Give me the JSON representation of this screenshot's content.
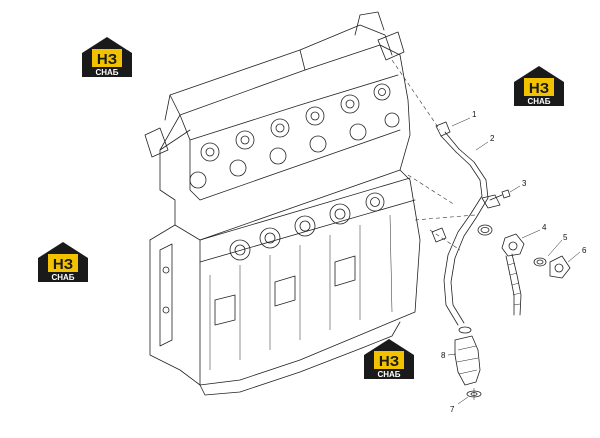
{
  "diagram": {
    "callouts": [
      {
        "id": "1",
        "label": "1"
      },
      {
        "id": "2",
        "label": "2"
      },
      {
        "id": "3",
        "label": "3"
      },
      {
        "id": "4",
        "label": "4"
      },
      {
        "id": "5",
        "label": "5"
      },
      {
        "id": "6",
        "label": "6"
      },
      {
        "id": "7",
        "label": "7"
      },
      {
        "id": "8",
        "label": "8"
      }
    ]
  },
  "watermark": {
    "letters": "НЗ",
    "word": "СНАБ",
    "colors": {
      "house": "#1a1a1a",
      "accent": "#f2c200",
      "text": "#ffffff"
    }
  },
  "line_color": "#222222"
}
